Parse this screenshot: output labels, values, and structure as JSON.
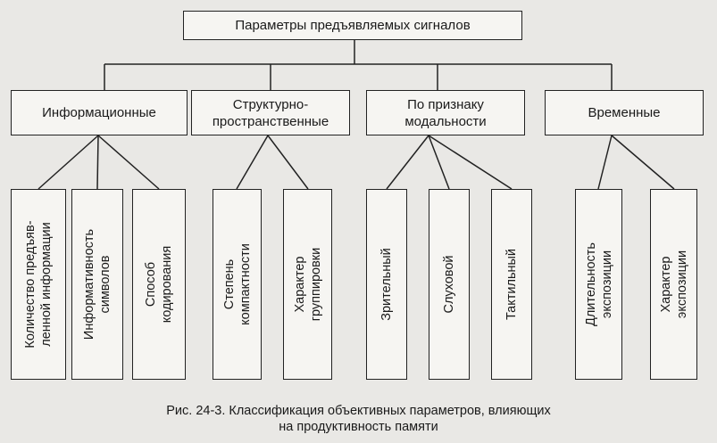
{
  "root": "Параметры предъявляемых сигналов",
  "categories": [
    {
      "line1": "Информационные",
      "line2": ""
    },
    {
      "line1": "Структурно-",
      "line2": "пространственные"
    },
    {
      "line1": "По признаку",
      "line2": "модальности"
    },
    {
      "line1": "Временные",
      "line2": ""
    }
  ],
  "leaves": [
    {
      "line1": "Количество предъяв-",
      "line2": "ленной информации"
    },
    {
      "line1": "Информативность",
      "line2": "символов"
    },
    {
      "line1": "Способ",
      "line2": "кодирования"
    },
    {
      "line1": "Степень",
      "line2": "компактности"
    },
    {
      "line1": "Характер",
      "line2": "группировки"
    },
    {
      "line1": "Зрительный",
      "line2": ""
    },
    {
      "line1": "Слуховой",
      "line2": ""
    },
    {
      "line1": "Тактильный",
      "line2": ""
    },
    {
      "line1": "Длительность",
      "line2": "экспозиции"
    },
    {
      "line1": "Характер",
      "line2": "экспозиции"
    }
  ],
  "caption": {
    "line1": "Рис. 24-3. Классификация  объективных параметров, влияющих",
    "line2": "на продуктивность памяти"
  }
}
